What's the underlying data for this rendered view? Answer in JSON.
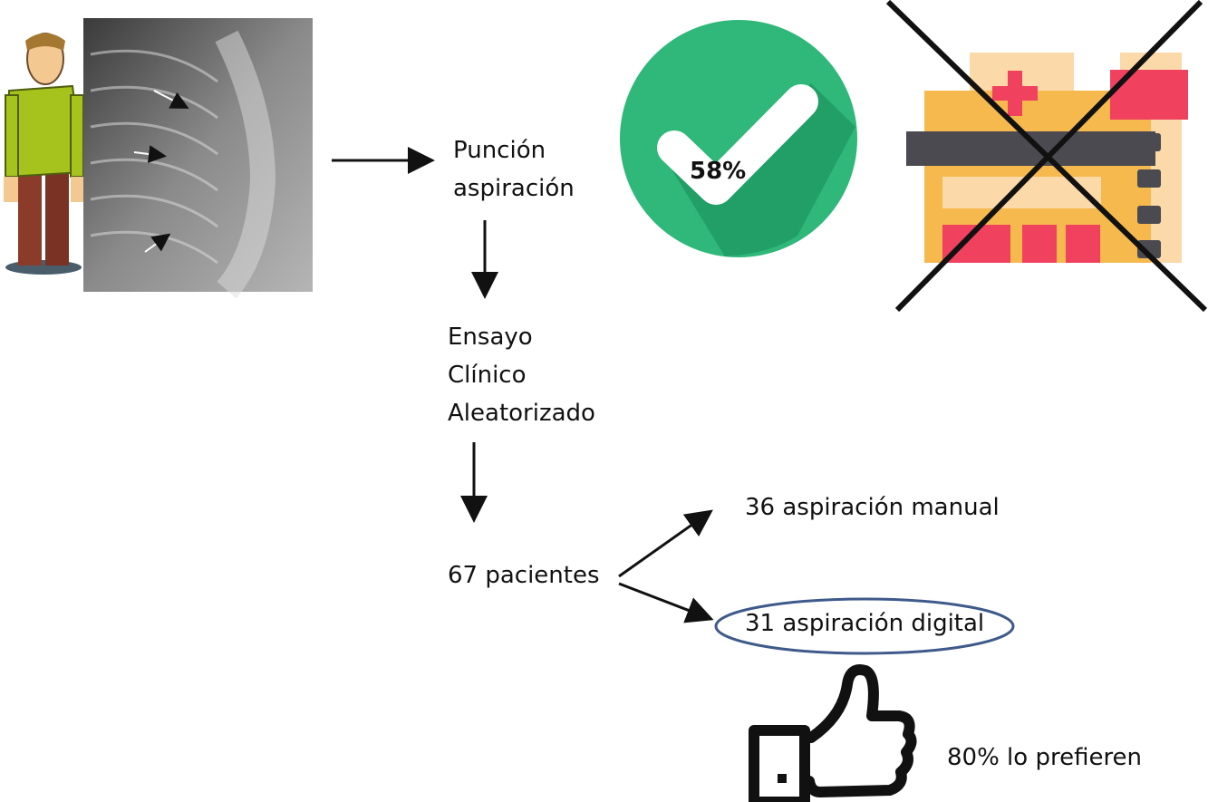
{
  "diagram": {
    "step1": {
      "line1": "Punción",
      "line2": "aspiración"
    },
    "step2": {
      "line1": "Ensayo",
      "line2": "Clínico",
      "line3": "Aleatorizado"
    },
    "step3": {
      "label": "67 pacientes"
    },
    "branch_manual": {
      "label": "36 aspiración manual"
    },
    "branch_digital": {
      "label": "31 aspiración digital"
    },
    "success_badge": {
      "value": "58%"
    },
    "preference": {
      "label": "80% lo prefieren"
    }
  },
  "colors": {
    "check_circle": "#2fb87a",
    "check_shadow": "#1e9a63",
    "ellipse_stroke": "#3e5a8a",
    "hospital_orange": "#f6b94d",
    "hospital_cream": "#fbd9a8",
    "hospital_red": "#f0415f",
    "hospital_dark": "#4a4a50",
    "cross": "#111111"
  }
}
